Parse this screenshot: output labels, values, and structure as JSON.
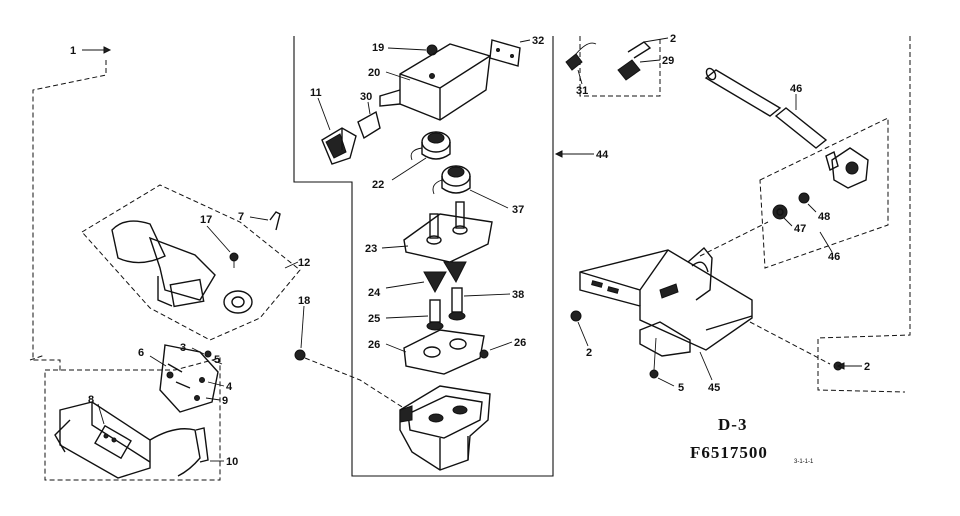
{
  "diagram": {
    "drawing_label": "D-3",
    "drawing_number": "F6517500",
    "revision_mark": "3-1-1-1",
    "callouts": {
      "c1": "1",
      "c2a": "2",
      "c2b": "2",
      "c2c": "2",
      "c3": "3",
      "c4": "4",
      "c5": "5",
      "c6": "6",
      "c7": "7",
      "c8": "8",
      "c9": "9",
      "c10": "10",
      "c11": "11",
      "c12": "12",
      "c17": "17",
      "c18": "18",
      "c19": "19",
      "c20": "20",
      "c22": "22",
      "c23": "23",
      "c24": "24",
      "c25": "25",
      "c26a": "26",
      "c26b": "26",
      "c29": "29",
      "c30": "30",
      "c31": "31",
      "c32": "32",
      "c37": "37",
      "c38": "38",
      "c44": "44",
      "c45": "45",
      "c46a": "46",
      "c46b": "46",
      "c47": "47",
      "c48": "48"
    }
  }
}
